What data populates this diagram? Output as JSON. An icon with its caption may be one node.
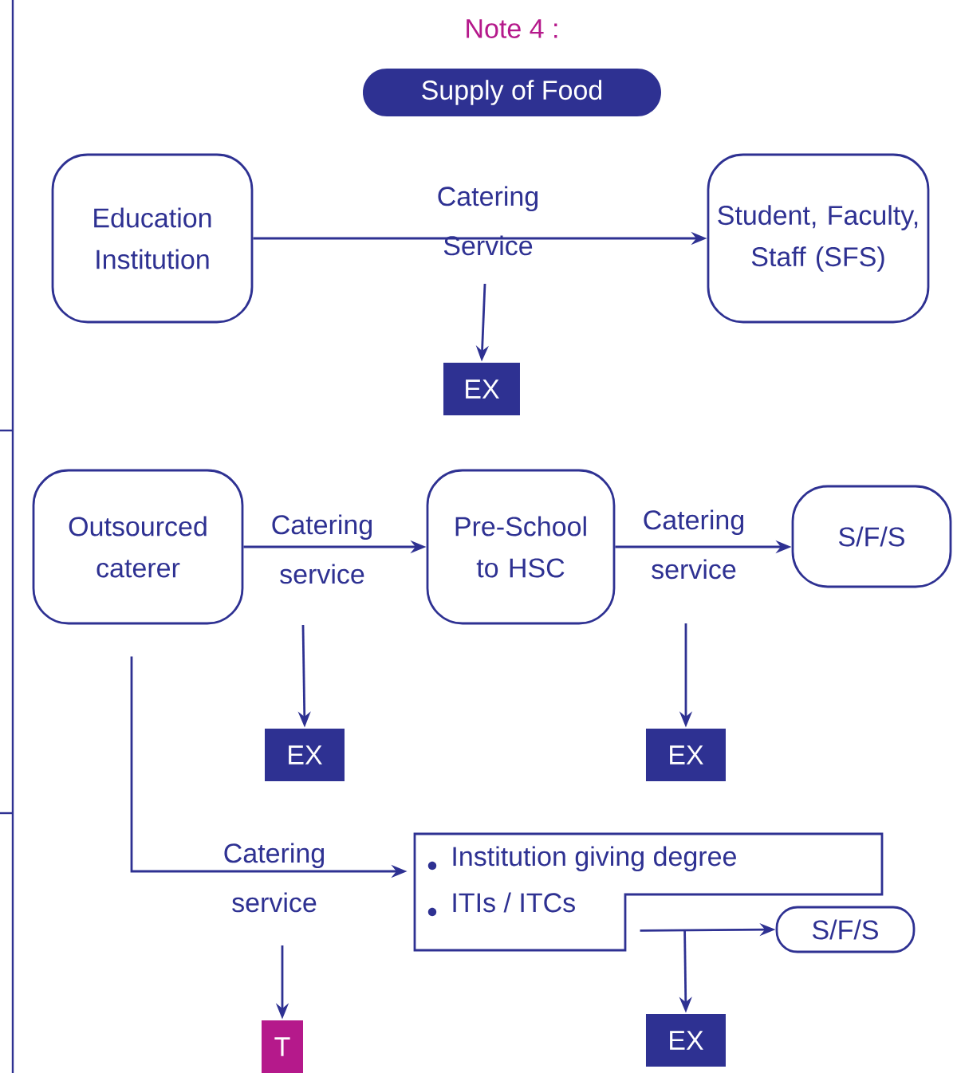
{
  "diagram": {
    "title": "Note 4 :",
    "nodes": [
      {
        "text": [
          "Supply of Food"
        ]
      },
      {
        "text": [
          "Education Institution"
        ]
      },
      {
        "text": [
          "Student, Faculty, Staff (SFS)"
        ]
      },
      {
        "text": [
          "EX"
        ]
      },
      {
        "text": [
          "Outsourced caterer"
        ]
      },
      {
        "text": [
          "Pre-School to HSC"
        ]
      },
      {
        "text": [
          "S/F/S"
        ]
      },
      {
        "text": [
          "EX"
        ]
      },
      {
        "text": [
          "EX"
        ]
      },
      {
        "text": [
          "Institution giving degree",
          "ITIs / ITCs"
        ]
      },
      {
        "text": [
          "S/F/S"
        ]
      },
      {
        "text": [
          "EX"
        ]
      },
      {
        "text": [
          "T"
        ]
      }
    ],
    "edges": [
      {
        "from": 1,
        "to": 2,
        "arrow": "to",
        "label": "Catering Service"
      },
      {
        "from": null,
        "to": 3,
        "arrow": "to"
      },
      {
        "from": 4,
        "to": 5,
        "arrow": "to",
        "label": "Catering service"
      },
      {
        "from": 5,
        "to": 6,
        "arrow": "to",
        "label": "Catering service"
      },
      {
        "from": null,
        "to": 7,
        "arrow": "to"
      },
      {
        "from": null,
        "to": 8,
        "arrow": "to"
      },
      {
        "from": 4,
        "to": 9,
        "arrow": "to",
        "label": "Catering service"
      },
      {
        "from": null,
        "to": 12,
        "arrow": "to"
      },
      {
        "from": 9,
        "to": 10,
        "arrow": "to"
      },
      {
        "from": 9,
        "to": 11,
        "arrow": "to"
      }
    ]
  }
}
